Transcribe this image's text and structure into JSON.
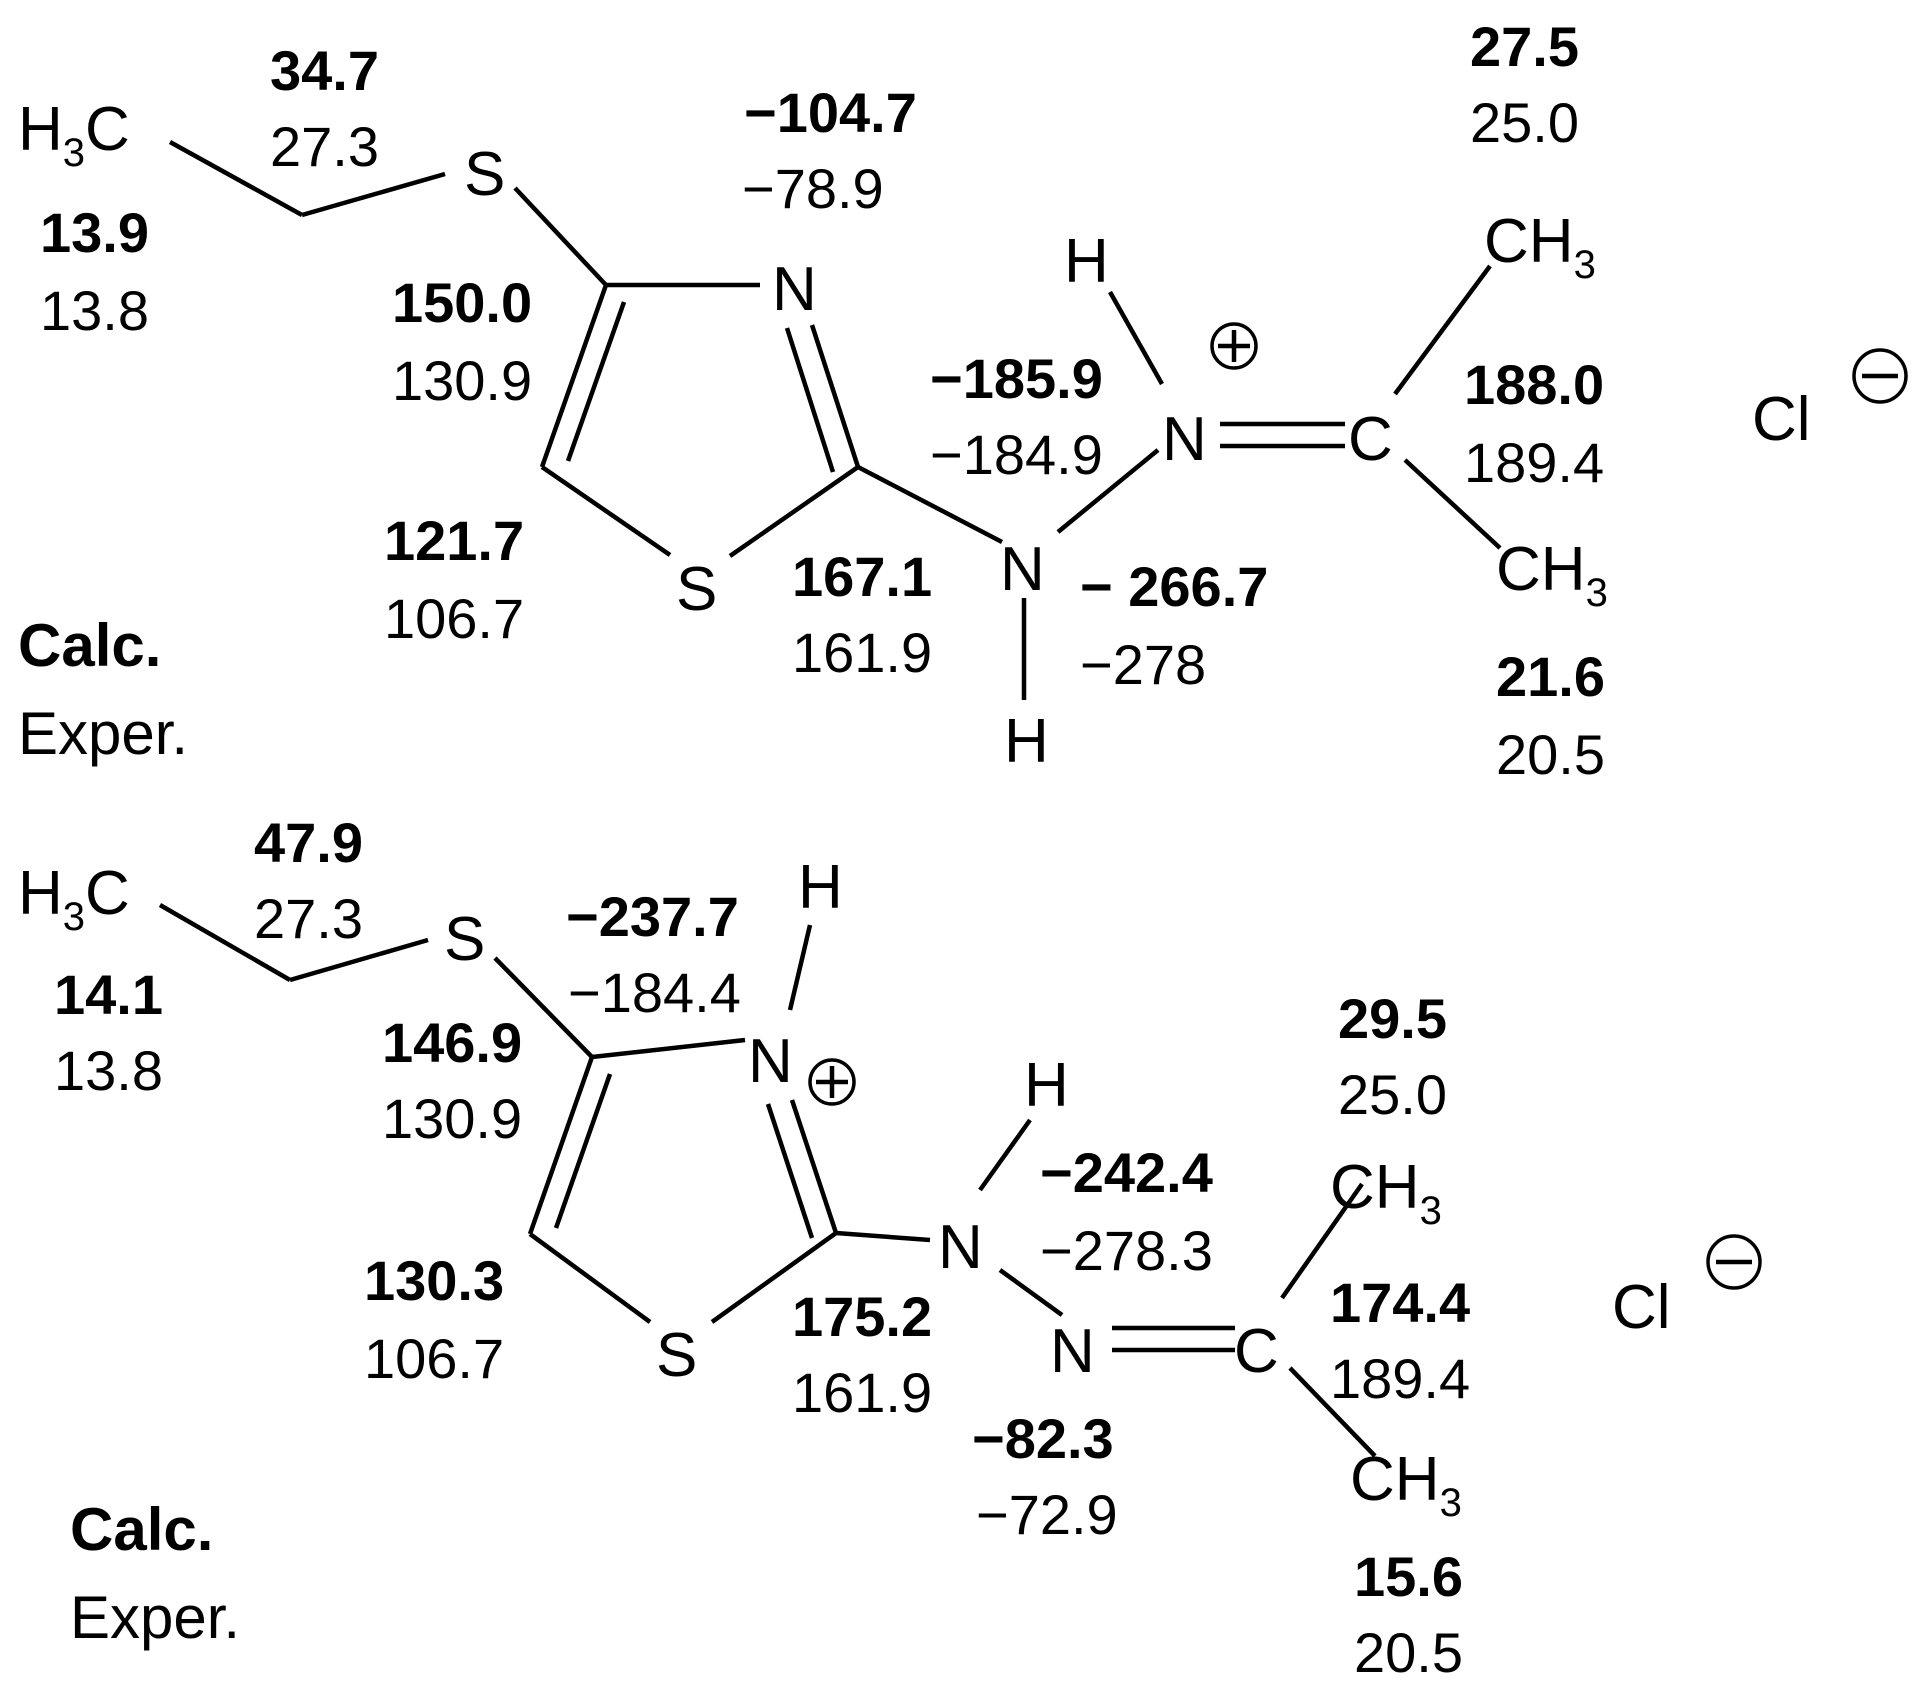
{
  "structures": [
    {
      "atoms": {
        "h3c": "H",
        "h3c_sub": "3",
        "h3c_c": "C",
        "s_thio": "S",
        "n_ring": "N",
        "s_ring": "S",
        "n_amine": "N",
        "h_amine": "H",
        "n_imine": "N",
        "h_imine": "H",
        "c_imine": "C",
        "ch3_top": "CH",
        "ch3_top_sub": "3",
        "ch3_bot": "CH",
        "ch3_bot_sub": "3",
        "counterion": "Cl"
      },
      "shifts": {
        "ch2": {
          "calc": "34.7",
          "exper": "27.3"
        },
        "ch3": {
          "calc": "13.9",
          "exper": "13.8"
        },
        "n_ring": {
          "calc": "−104.7",
          "exper": "−78.9"
        },
        "c4": {
          "calc": "150.0",
          "exper": "130.9"
        },
        "c5": {
          "calc": "121.7",
          "exper": "106.7"
        },
        "c2": {
          "calc": "167.1",
          "exper": "161.9"
        },
        "n_imine": {
          "calc": "−185.9",
          "exper": "−184.9"
        },
        "n_amine": {
          "calc": "− 266.7",
          "exper": "−278"
        },
        "me_top": {
          "calc": "27.5",
          "exper": "25.0"
        },
        "c_imine": {
          "calc": "188.0",
          "exper": "189.4"
        },
        "me_bot": {
          "calc": "21.6",
          "exper": "20.5"
        }
      },
      "legend": {
        "calc": "Calc.",
        "exper": "Exper."
      }
    },
    {
      "atoms": {
        "h3c": "H",
        "h3c_sub": "3",
        "h3c_c": "C",
        "s_thio": "S",
        "n_ring": "N",
        "h_ring": "H",
        "s_ring": "S",
        "n_amine": "N",
        "h_amine": "H",
        "n_imine": "N",
        "c_imine": "C",
        "ch3_top": "CH",
        "ch3_top_sub": "3",
        "ch3_bot": "CH",
        "ch3_bot_sub": "3",
        "counterion": "Cl"
      },
      "shifts": {
        "ch2": {
          "calc": "47.9",
          "exper": "27.3"
        },
        "ch3": {
          "calc": "14.1",
          "exper": "13.8"
        },
        "n_ring": {
          "calc": "−237.7",
          "exper": "−184.4"
        },
        "c4": {
          "calc": "146.9",
          "exper": "130.9"
        },
        "c5": {
          "calc": "130.3",
          "exper": "106.7"
        },
        "c2": {
          "calc": "175.2",
          "exper": "161.9"
        },
        "n_amine": {
          "calc": "−242.4",
          "exper": "−278.3"
        },
        "n_imine": {
          "calc": "−82.3",
          "exper": "−72.9"
        },
        "me_top": {
          "calc": "29.5",
          "exper": "25.0"
        },
        "c_imine": {
          "calc": "174.4",
          "exper": "189.4"
        },
        "me_bot": {
          "calc": "15.6",
          "exper": "20.5"
        }
      },
      "legend": {
        "calc": "Calc.",
        "exper": "Exper."
      }
    }
  ]
}
